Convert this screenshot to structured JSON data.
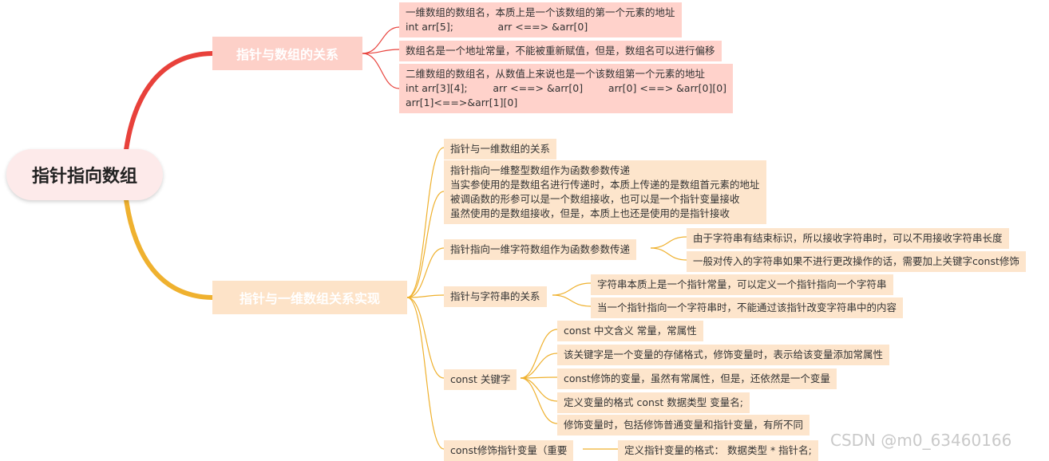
{
  "root": {
    "label": "指针指向数组"
  },
  "branch1": {
    "label": "指针与数组的关系",
    "items": [
      [
        "一维数组的数组名，本质上是一个该数组的第一个元素的地址",
        "int arr[5];              arr <==> &arr[0]"
      ],
      [
        "数组名是一个地址常量，不能被重新赋值，但是，数组名可以进行偏移"
      ],
      [
        "二维数组的数组名，从数值上来说也是一个该数组第一个元素的地址",
        "int arr[3][4];        arr <==> &arr[0]        arr[0] <==> &arr[0][0]",
        "arr[1]<==>&arr[1][0]"
      ]
    ]
  },
  "branch2": {
    "label": "指针与一维数组关系实现",
    "items": {
      "one_dim": "指针与一维数组的关系",
      "int_param": [
        "指针指向一维整型数组作为函数参数传递",
        "当实参使用的是数组名进行传递时，本质上传递的是数组首元素的地址",
        "被调函数的形参可以是一个数组接收，也可以是一个指针变量接收",
        "虽然使用的是数组接收，但是，本质上也还是使用的是指针接收"
      ],
      "char_param": {
        "label": "指针指向一维字符数组作为函数参数传递",
        "children": [
          "由于字符串有结束标识，所以接收字符串时，可以不用接收字符串长度",
          "一般对传入的字符串如果不进行更改操作的话，需要加上关键字const修饰"
        ]
      },
      "string": {
        "label": "指针与字符串的关系",
        "children": [
          "字符串本质上是一个指针常量，可以定义一个指针指向一个字符串",
          "当一个指针指向一个字符串时，不能通过该指针改变字符串中的内容"
        ]
      },
      "const_kw": {
        "label": "const 关键字",
        "children": [
          "const 中文含义 常量，常属性",
          "该关键字是一个变量的存储格式，修饰变量时，表示给该变量添加常属性",
          "const修饰的变量，虽然有常属性，但是，还依然是一个变量",
          "定义变量的格式  const 数据类型  变量名;",
          "修饰变量时，包括修饰普通变量和指针变量，有所不同"
        ]
      },
      "const_ptr": {
        "label": "const修饰指针变量（重要",
        "children": [
          "定义指针变量的格式：   数据类型    *     指针名;"
        ]
      }
    }
  },
  "watermark": "CSDN @m0_63460166",
  "colors": {
    "red_branch": "#e8413b",
    "orange_branch": "#efb12f",
    "red_leaf": "#ffd2cb",
    "orange_leaf": "#fde5cc"
  }
}
